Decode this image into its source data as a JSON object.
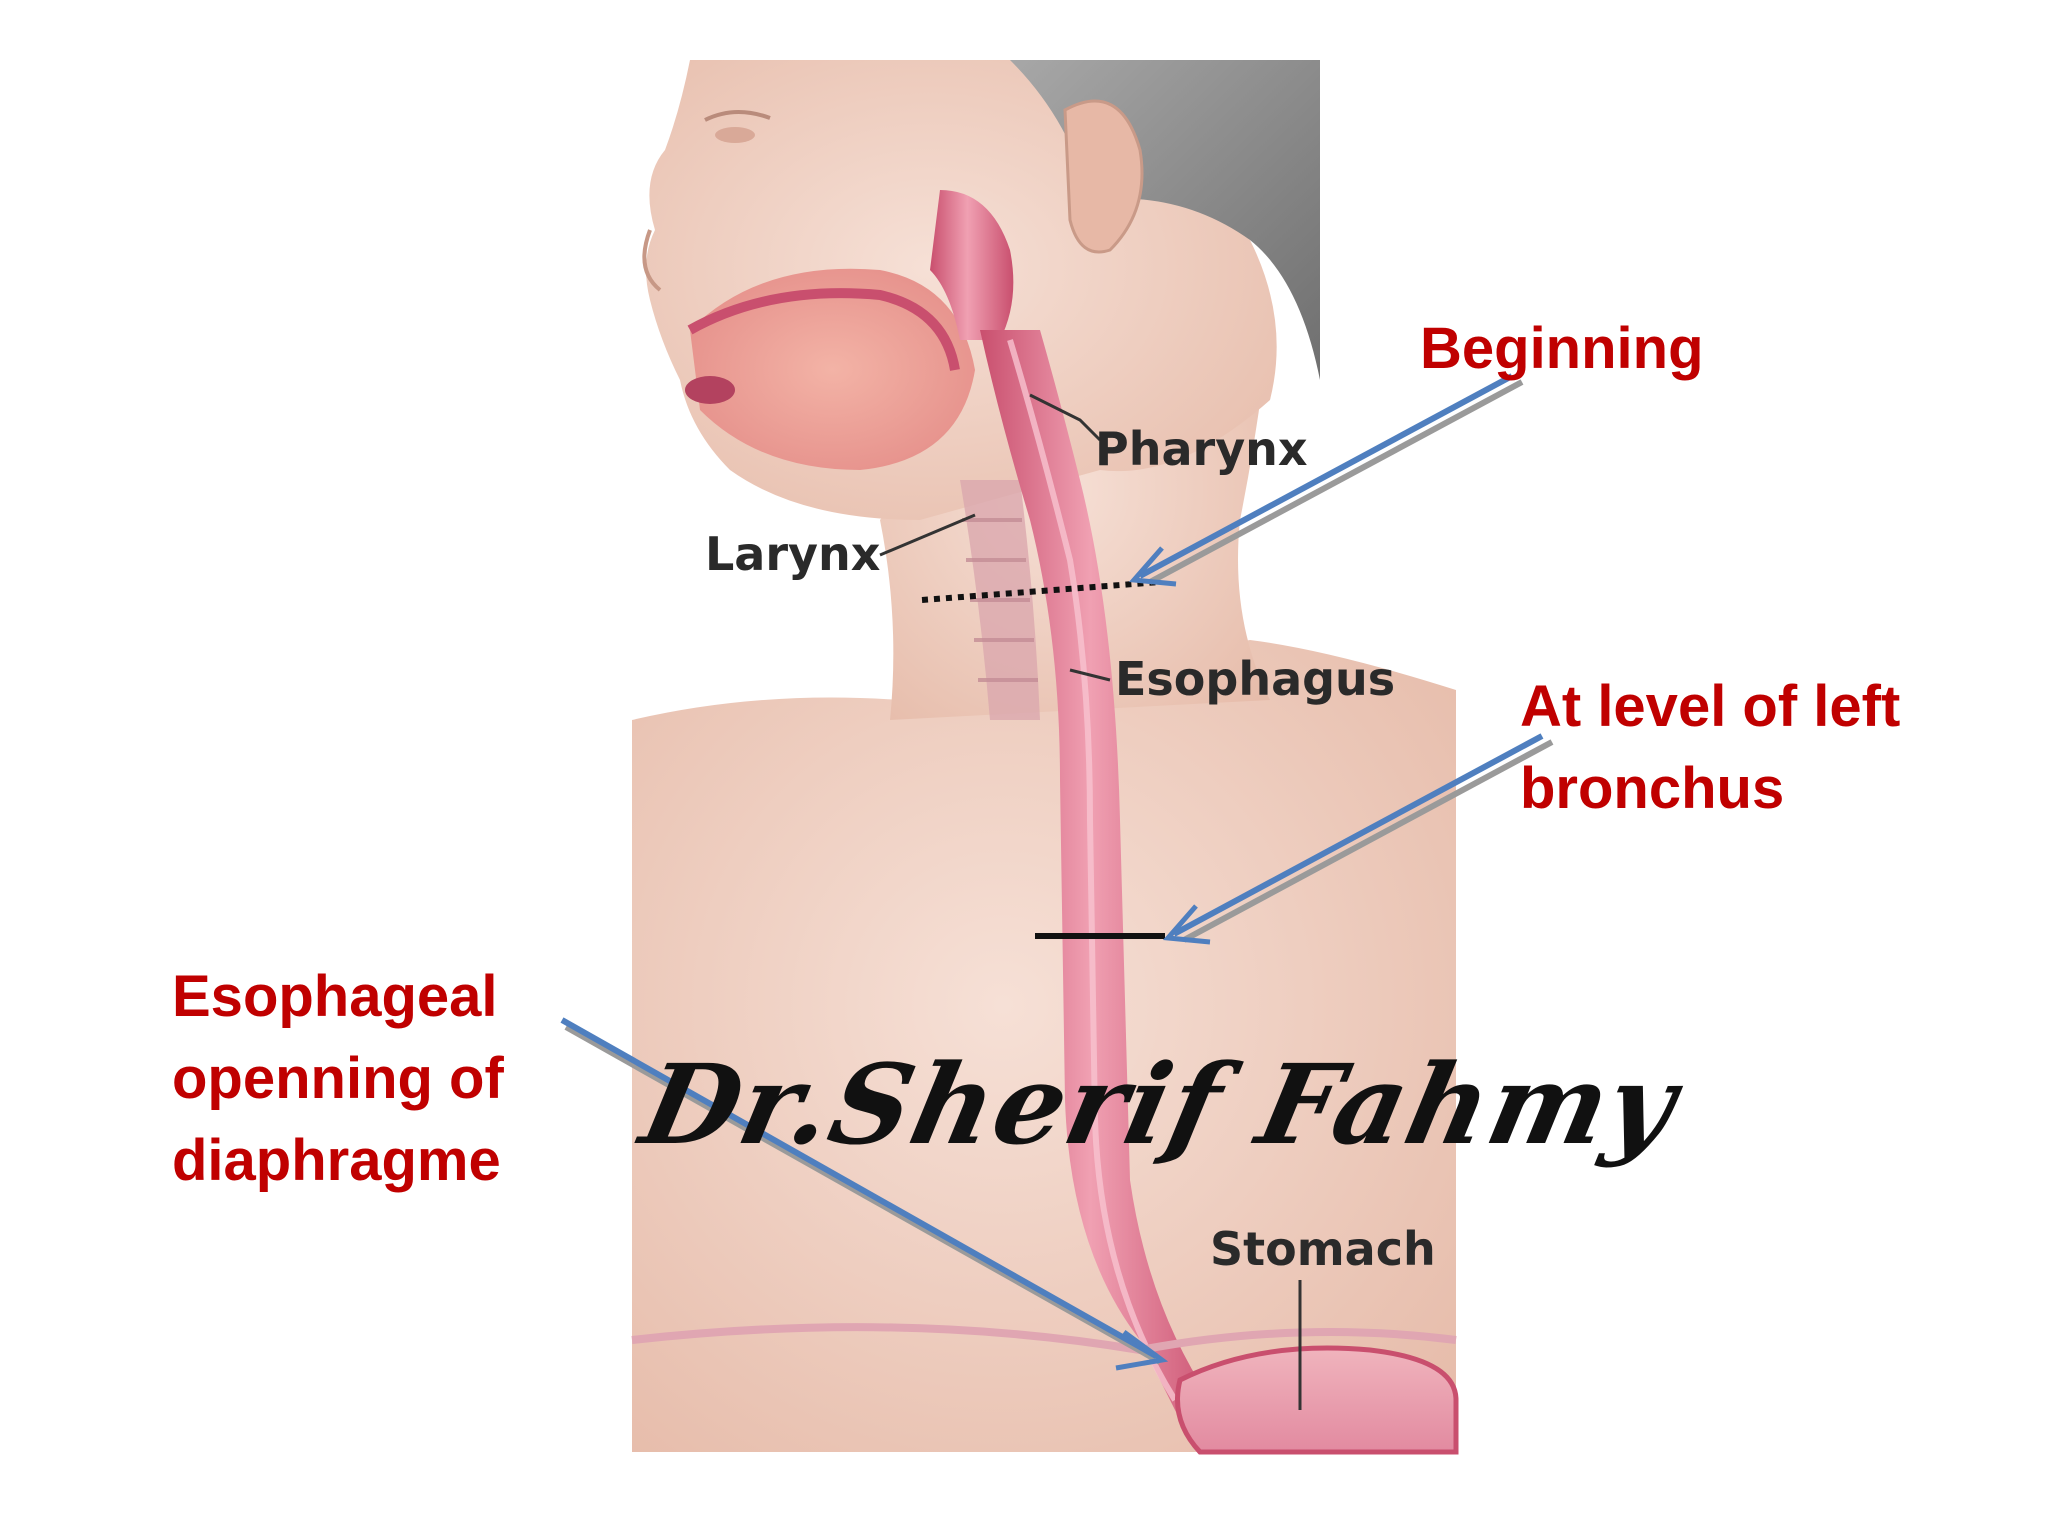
{
  "figure": {
    "labels": {
      "pharynx": "Pharynx",
      "larynx": "Larynx",
      "esophagus": "Esophagus",
      "stomach": "Stomach"
    },
    "colors": {
      "skin": "#f1d3c6",
      "tract": "#e9849c",
      "tract_dark": "#c94f6e",
      "hair": "#8c8c8c",
      "arrow": "#4f7fbf",
      "arrow_shadow": "#9a9a9a"
    }
  },
  "annotations": {
    "beginning": [
      "Beginning"
    ],
    "left_bronchus": [
      "At level of left",
      "bronchus"
    ],
    "diaphragm": [
      "Esophageal",
      "openning of",
      "diaphragme"
    ],
    "color": "#c00000"
  },
  "signature": "Dr.Sherif Fahmy"
}
